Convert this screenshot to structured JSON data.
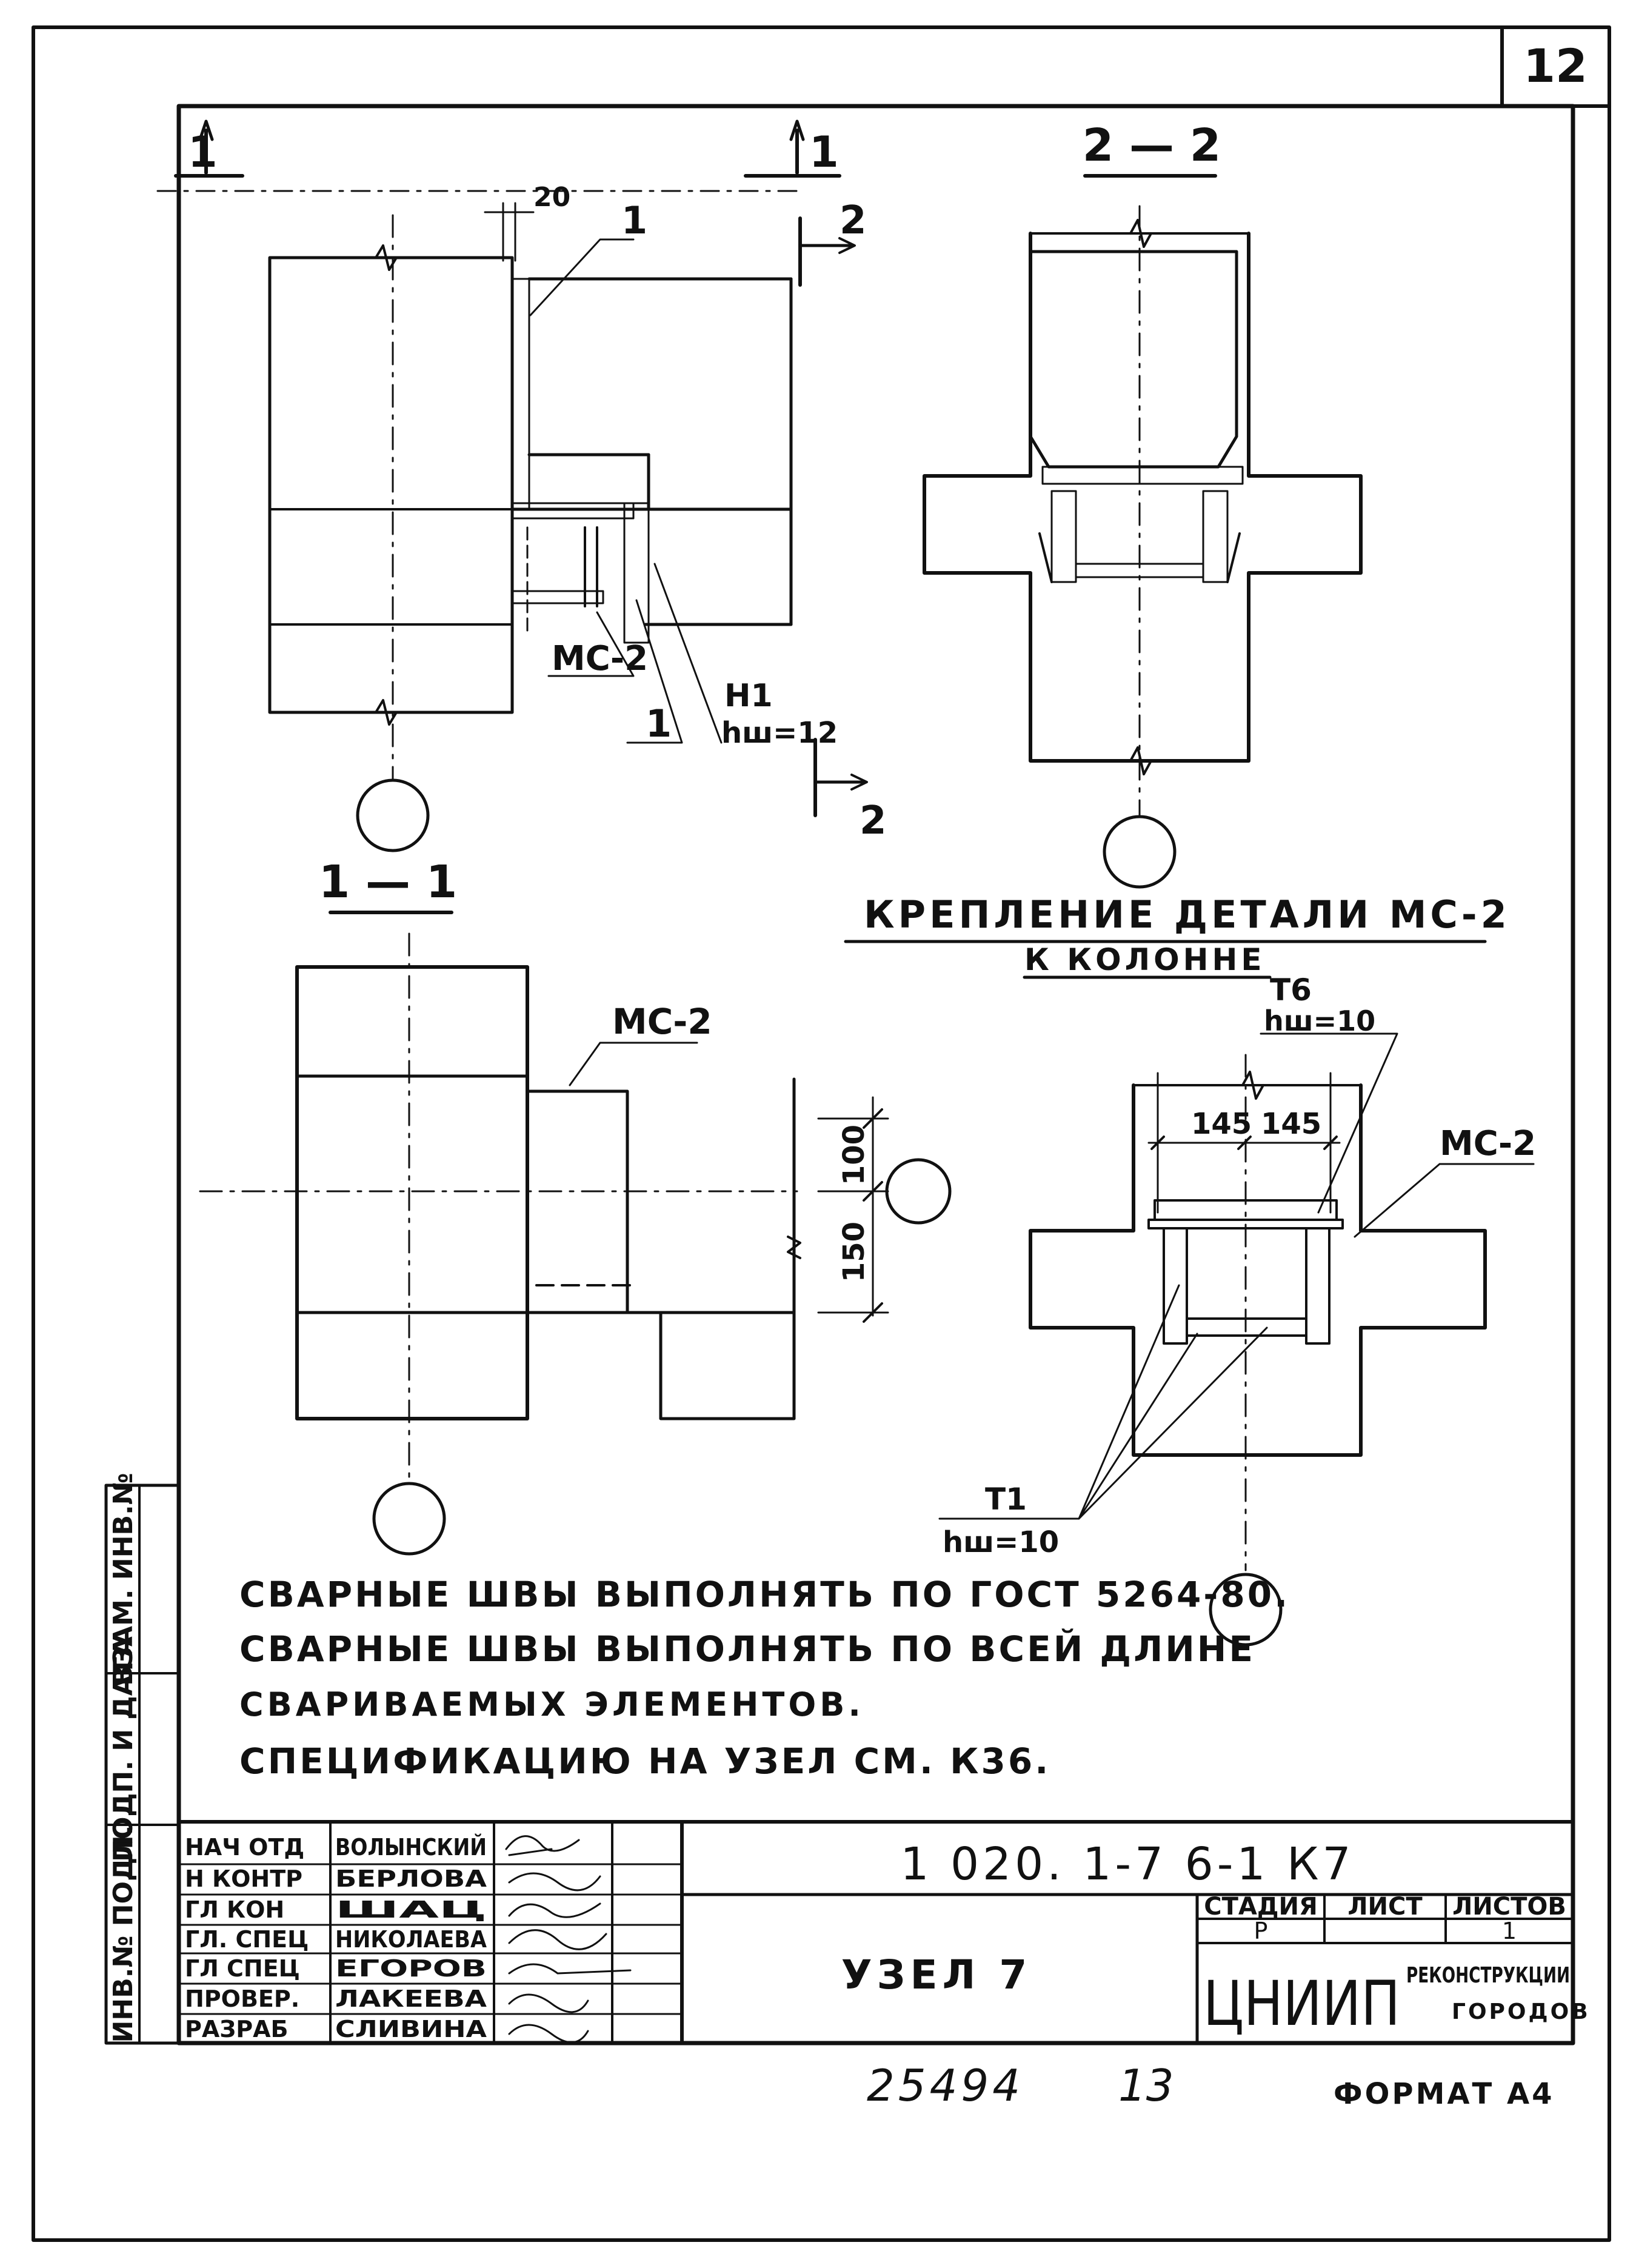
{
  "sheet": {
    "page_number": "12",
    "format_label": "ФОРМАТ А4",
    "inventory_number": "25494",
    "copy_number": "13"
  },
  "section_marks": {
    "mark_1_left": "1",
    "mark_1_right": "1",
    "mark_2_top": "2",
    "mark_2_bottom": "2",
    "title_2_2": "2 — 2",
    "title_1_1": "1 — 1"
  },
  "callouts": {
    "pos_1_top": "1",
    "pos_1_bottom": "1",
    "dim_20": "20",
    "mc2_elevation": "МС-2",
    "weld_h1": "Н1",
    "weld_h1_size": "hш=12",
    "mc2_section": "МС-2",
    "dim_100": "100",
    "dim_150": "150",
    "weld_t6": "Т6",
    "weld_t6_size": "hш=10",
    "dim_145_left": "145",
    "dim_145_right": "145",
    "mc2_plan": "МС-2",
    "weld_t1": "Т1",
    "weld_t1_size": "hш=10"
  },
  "fastening_title": {
    "line1": "КРЕПЛЕНИЕ ДЕТАЛИ МС-2",
    "line2": "К КОЛОННЕ"
  },
  "notes": [
    "СВАРНЫЕ ШВЫ ВЫПОЛНЯТЬ ПО ГОСТ 5264-80.",
    "СВАРНЫЕ ШВЫ ВЫПОЛНЯТЬ ПО ВСЕЙ ДЛИНЕ",
    "СВАРИВАЕМЫХ ЭЛЕМЕНТОВ.",
    "СПЕЦИФИКАЦИЮ НА УЗЕЛ СМ. К36."
  ],
  "side_stamp": {
    "box1": "ВЗАМ. ИНВ.№",
    "box2": "ПОДП. И ДАТА",
    "box3": "ИНВ.№ ПОДЛ."
  },
  "title_block": {
    "doc_code": "1 020. 1-7 6-1 К7",
    "drawing_title": "УЗЕЛ 7",
    "stage_header": "СТАДИЯ",
    "sheet_header": "ЛИСТ",
    "sheets_header": "ЛИСТОВ",
    "stage_value": "Р",
    "sheet_value": "",
    "sheets_value": "1",
    "org_name": "ЦНИИП",
    "org_detail_1": "РЕКОНСТРУКЦИИ",
    "org_detail_2": "ГОРОДОВ",
    "signers": [
      {
        "role": "НАЧ ОТД",
        "name": "ВОЛЫНСКИЙ"
      },
      {
        "role": "Н КОНТР",
        "name": "БЕРЛОВА"
      },
      {
        "role": "ГЛ КОН",
        "name": "ШАЦ"
      },
      {
        "role": "ГЛ. СПЕЦ",
        "name": "НИКОЛАЕВА"
      },
      {
        "role": "ГЛ СПЕЦ",
        "name": "ЕГОРОВ"
      },
      {
        "role": "ПРОВЕР.",
        "name": "ЛАКЕЕВА"
      },
      {
        "role": "РАЗРАБ",
        "name": "СЛИВИНА"
      }
    ]
  }
}
